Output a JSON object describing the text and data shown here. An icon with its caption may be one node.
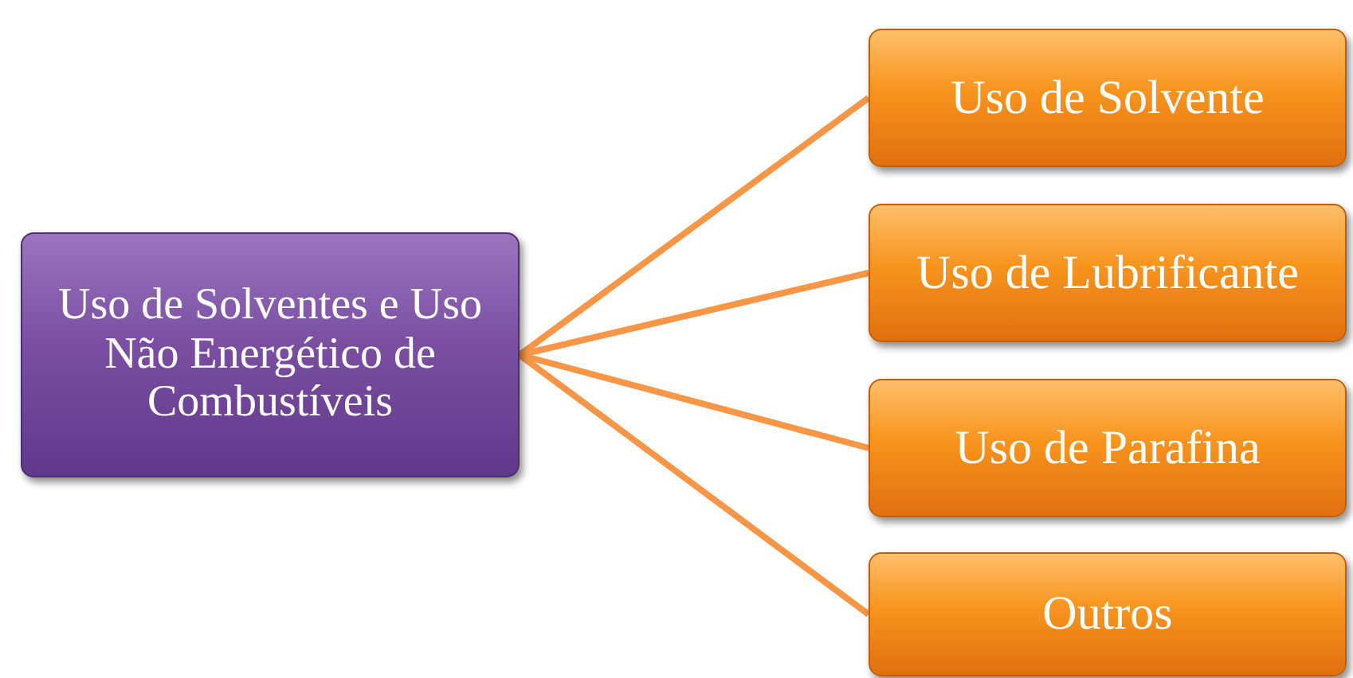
{
  "diagram": {
    "nodes": [
      {
        "text": [
          "Uso de Solventes e Uso Não Energético de Combustíveis"
        ]
      },
      {
        "text": [
          "Uso de Solvente"
        ]
      },
      {
        "text": [
          "Uso de Lubrificante"
        ]
      },
      {
        "text": [
          "Uso de Parafina"
        ]
      },
      {
        "text": [
          "Outros"
        ]
      }
    ],
    "edges": [
      {
        "from": 0,
        "to": 1,
        "arrow": "none"
      },
      {
        "from": 0,
        "to": 2,
        "arrow": "none"
      },
      {
        "from": 0,
        "to": 3,
        "arrow": "none"
      },
      {
        "from": 0,
        "to": 4,
        "arrow": "none"
      }
    ]
  }
}
